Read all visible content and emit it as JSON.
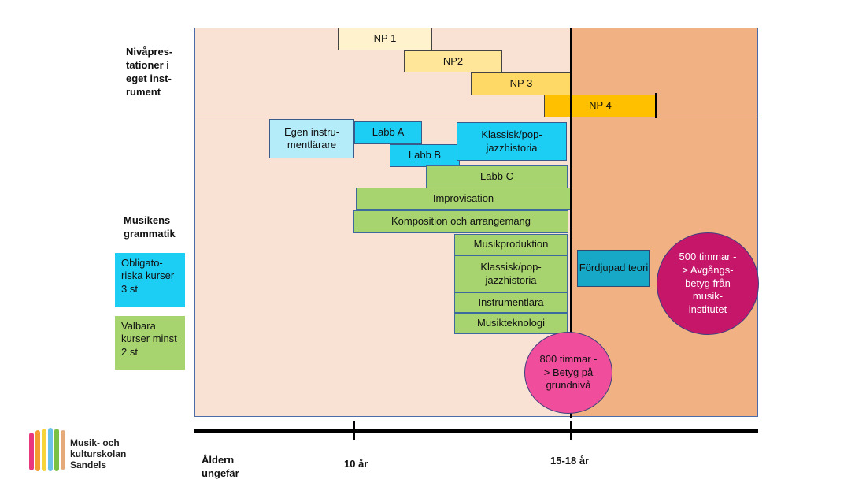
{
  "rows": {
    "instrument": "Nivåpres- tationer i eget inst- rument",
    "grammar": "Musikens grammatik"
  },
  "np": [
    "NP 1",
    "NP2",
    "NP 3",
    "NP 4"
  ],
  "courses": {
    "egen": "Egen instru- mentlärare",
    "labb_a": "Labb A",
    "labb_b": "Labb B",
    "historia_1": "Klassisk/pop- jazzhistoria",
    "labb_c": "Labb C",
    "improvisation": "Improvisation",
    "komposition": "Komposition och arrangemang",
    "musikproduktion": "Musikproduktion",
    "historia_2": "Klassisk/pop- jazzhistoria",
    "instrumentlara": "Instrumentlära",
    "musikteknologi": "Musikteknologi",
    "fordjupad": "Fördjupad teori"
  },
  "legend": {
    "obligatory": "Obligato- riska kurser 3 st",
    "elective": "Valbara kurser minst 2 st"
  },
  "circles": {
    "grund": "800 timmar -> Betyg på grundnivå",
    "avgang": "500 timmar -> Avgångs- betyg från musik- institutet"
  },
  "axis": {
    "title": "Åldern ungefär",
    "tick_10": "10 år",
    "tick_15": "15-18 år"
  },
  "logo": {
    "line1": "Musik- och",
    "line2": "kulturskolan",
    "line3": "Sandels"
  },
  "colors": {
    "np1": "#fff2cc",
    "np2": "#ffe699",
    "np3": "#ffd966",
    "np4": "#ffc000",
    "obligatory": "#1ccdf4",
    "elective": "#a8d46f",
    "zone_left": "#f9e2d3",
    "zone_right": "#f2b183"
  }
}
